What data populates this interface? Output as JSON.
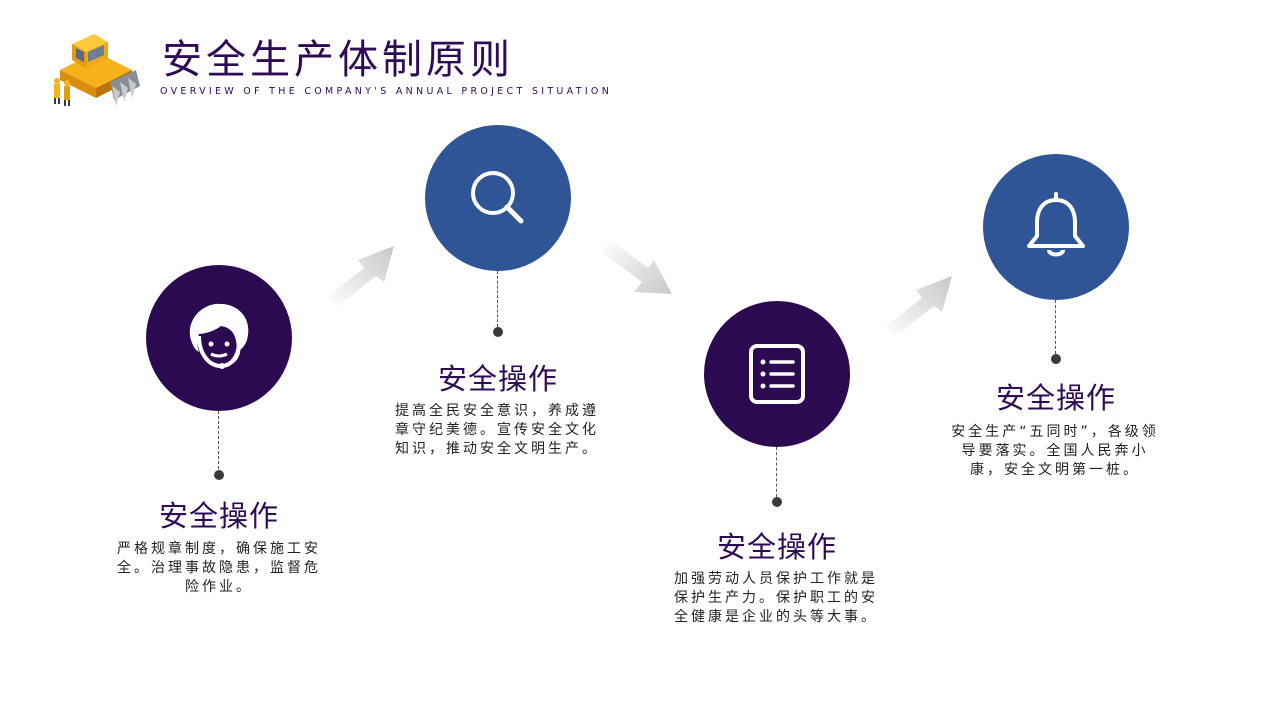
{
  "header": {
    "title": "安全生产体制原则",
    "subtitle": "OVERVIEW OF THE COMPANY'S ANNUAL PROJECT SITUATION"
  },
  "steps": [
    {
      "title": "安全操作",
      "description": "严格规章制度，确保施工安全。治理事故隐患，监督危险作业。",
      "icon": "person-headset-icon",
      "color": "#2c0a52"
    },
    {
      "title": "安全操作",
      "description": "提高全民安全意识，养成遵章守纪美德。宣传安全文化知识，推动安全文明生产。",
      "icon": "search-icon",
      "color": "#2f5596"
    },
    {
      "title": "安全操作",
      "description": "加强劳动人员保护工作就是保护生产力。保护职工的安全健康是企业的头等大事。",
      "icon": "list-icon",
      "color": "#2c0a52"
    },
    {
      "title": "安全操作",
      "description": "安全生产“五同时”，各级领导要落实。全国人民奔小康，安全文明第一桩。",
      "icon": "bell-icon",
      "color": "#2f5596"
    }
  ]
}
